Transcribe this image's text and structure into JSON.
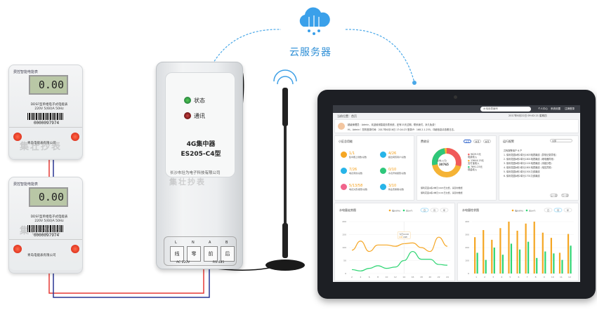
{
  "cloud": {
    "label": "云服务器"
  },
  "meters": [
    {
      "reading": "0.00",
      "brand": "费控智能电能表",
      "spec": "DDSF型单相电子式电能表",
      "rating": "220V 5(60)A 50Hz",
      "serial": "0000097974",
      "maker": "青岛电能表有限公司"
    },
    {
      "reading": "0.00",
      "brand": "费控智能电能表",
      "spec": "DDSF型单相电子式电能表",
      "rating": "220V 5(60)A 50Hz",
      "serial": "0000097974",
      "maker": "青岛电能表有限公司"
    }
  ],
  "concentrator": {
    "status_label": "状态",
    "comm_label": "通讯",
    "title": "4G集中器",
    "model": "ES205-C4型",
    "company": "长沙市壮为电子科技有限公司",
    "terminals": [
      {
        "top": "L",
        "label": "线"
      },
      {
        "top": "N",
        "label": "零"
      },
      {
        "top": "A",
        "label": "前"
      },
      {
        "top": "B",
        "label": "后"
      }
    ],
    "ac_label": "AC 220V",
    "rs_label": "RS-485"
  },
  "watermark": "集壮抄表",
  "dashboard": {
    "search_placeholder": "水电用表编号",
    "menu": [
      "个人中心",
      "系统设置",
      "注销登录"
    ],
    "breadcrumb": "当前位置：首页",
    "datetime": "2017年6月22日 09:02:21 星期四",
    "welcome1": "超级管理员：Admin，欢迎使用智能抄表系统，还有15天过期，联系我们，永久免费！",
    "welcome2": "Hi，Admin！您的登录时间：2017年6月16日 17:04:23 登录IP：168.2.1.255，详细信息请查看日志。",
    "overview": {
      "title": "小区总用能",
      "stats": [
        {
          "value": "1/1",
          "label": "集中器上线数/总数",
          "color": "#f5a623"
        },
        {
          "value": "4/26",
          "label": "超出阈值用户/总数",
          "color": "#27b4e8"
        },
        {
          "value": "7/26",
          "label": "电表离线/总数",
          "color": "#27b4e8"
        },
        {
          "value": "0/10",
          "label": "水表异常报警/总数",
          "color": "#2ec77a"
        },
        {
          "value": "5/13/58",
          "label": "电表欠费/报警/总数",
          "color": "#f0648b"
        },
        {
          "value": "3/10",
          "label": "物业费催缴/总数",
          "color": "#27b4e8"
        }
      ]
    },
    "fees": {
      "title": "费收况",
      "tabs": [
        "今天",
        "本月",
        "本年"
      ],
      "center_label": "总收入(元)",
      "center_value": "30765",
      "items": [
        {
          "value": "9029.5元",
          "label": "电费收入",
          "color": "#f05a5a"
        },
        {
          "value": "13644.25元",
          "label": "支付宝收入",
          "color": "#f5b335"
        },
        {
          "value": "7691.25元",
          "label": "现金收入",
          "color": "#2ec77a"
        }
      ],
      "notices": [
        "保利花园A栋2单元1603已欠费，请及时缴费",
        "保利花园A栋1单元1101已欠费，请及时缴费"
      ]
    },
    "alarms": {
      "title": "运行报警",
      "filter": "全部",
      "header": "共有报警用户 6 户",
      "items": [
        "1. 保利花园A栋2单元1603电表离线（异常记录异常）",
        "2. 保利花园A栋2单元1801电表离线（继电器异常）",
        "3. 保利花园A栋2单元1101电表离线（未能抄表）",
        "4. 保利花园A栋1单元1801电表离线（电压异常）",
        "5. 保利花园A栋1单元1501欠费离线",
        "6. 保利花园A栋2单元1701欠费离线"
      ],
      "prev": "上一页",
      "next": "下一页"
    }
  },
  "chart_data": [
    {
      "type": "line",
      "title": "水电量走势图",
      "legend": [
        "电(kWh)",
        "水(m³)"
      ],
      "tabs": [
        "日",
        "月",
        "年"
      ],
      "x": [
        2,
        4,
        6,
        8,
        10,
        12,
        14,
        16,
        18,
        20,
        22,
        24
      ],
      "ylim": [
        0,
        200
      ],
      "yticks": [
        0,
        50,
        100,
        150,
        200
      ],
      "series": [
        {
          "name": "电(kWh)",
          "color": "#f5a623",
          "values": [
            90,
            125,
            85,
            110,
            110,
            105,
            115,
            118,
            100,
            85,
            140,
            105
          ]
        },
        {
          "name": "水(m³)",
          "color": "#2ed573",
          "values": [
            15,
            10,
            20,
            30,
            20,
            25,
            50,
            85,
            55,
            55,
            35,
            32
          ]
        }
      ],
      "tooltip": {
        "time": "今日14:00",
        "value": "108",
        "unit": "kWh"
      }
    },
    {
      "type": "bar",
      "title": "水电量柱状图",
      "legend": [
        "电(kWh)",
        "水(m³)"
      ],
      "tabs": [
        "日",
        "月",
        "年"
      ],
      "categories": [
        "1",
        "2",
        "3",
        "4",
        "5",
        "6",
        "7",
        "8",
        "9",
        "10",
        "11",
        "12"
      ],
      "ylim": [
        0,
        400
      ],
      "yticks": [
        0,
        100,
        200,
        300,
        400
      ],
      "series": [
        {
          "name": "电(kWh)",
          "color": "#f5a623",
          "values": [
            280,
            335,
            260,
            350,
            400,
            330,
            385,
            400,
            315,
            275,
            160,
            305
          ]
        },
        {
          "name": "水(m³)",
          "color": "#2ed573",
          "values": [
            160,
            105,
            200,
            145,
            230,
            185,
            245,
            120,
            170,
            155,
            105,
            215
          ]
        }
      ]
    }
  ]
}
